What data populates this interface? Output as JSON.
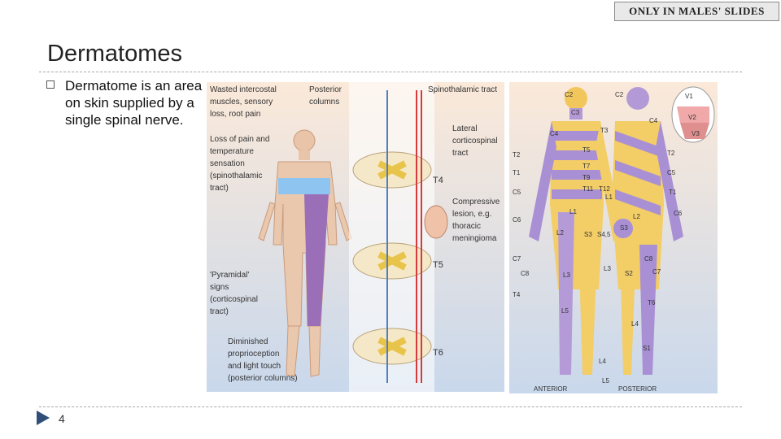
{
  "badge": "ONLY IN MALES' SLIDES",
  "title": "Dermatomes",
  "bullet": "Dermatome is an area on skin supplied by a single spinal nerve.",
  "page_number": "4",
  "figure_left": {
    "labels": {
      "wasted": [
        "Wasted intercostal",
        "muscles, sensory",
        "loss, root pain"
      ],
      "posterior": [
        "Posterior",
        "columns"
      ],
      "spinothalamic": "Spinothalamic tract",
      "loss": [
        "Loss of pain and",
        "temperature",
        "sensation",
        "(spinothalamic",
        "tract)"
      ],
      "lateral": [
        "Lateral",
        "corticospinal",
        "tract"
      ],
      "compressive": [
        "Compressive",
        "lesion, e.g.",
        "thoracic",
        "meningioma"
      ],
      "pyramidal": [
        "'Pyramidal'",
        "signs",
        "(corticospinal",
        "tract)"
      ],
      "diminished": [
        "Diminished",
        "proprioception",
        "and light touch",
        "(posterior columns)"
      ],
      "levels": [
        "T4",
        "T5",
        "T6"
      ]
    }
  },
  "figure_right": {
    "labels_anterior": [
      "C2",
      "C3",
      "C4",
      "T2",
      "T1",
      "C5",
      "C6",
      "C7",
      "C8",
      "T4",
      "T3",
      "T5",
      "T7",
      "T9",
      "T11",
      "T12",
      "L1",
      "L2",
      "L3",
      "S3",
      "L4",
      "L5"
    ],
    "labels_posterior": [
      "C2",
      "C4",
      "T2",
      "C5",
      "T1",
      "C6",
      "C8",
      "C7",
      "T6",
      "L2",
      "L3",
      "S3",
      "S4,5",
      "S2",
      "L1",
      "L4",
      "L5",
      "S1"
    ],
    "labels_face": [
      "V1",
      "V2",
      "V3"
    ],
    "caption_anterior": "ANTERIOR",
    "caption_posterior": "POSTERIOR"
  }
}
